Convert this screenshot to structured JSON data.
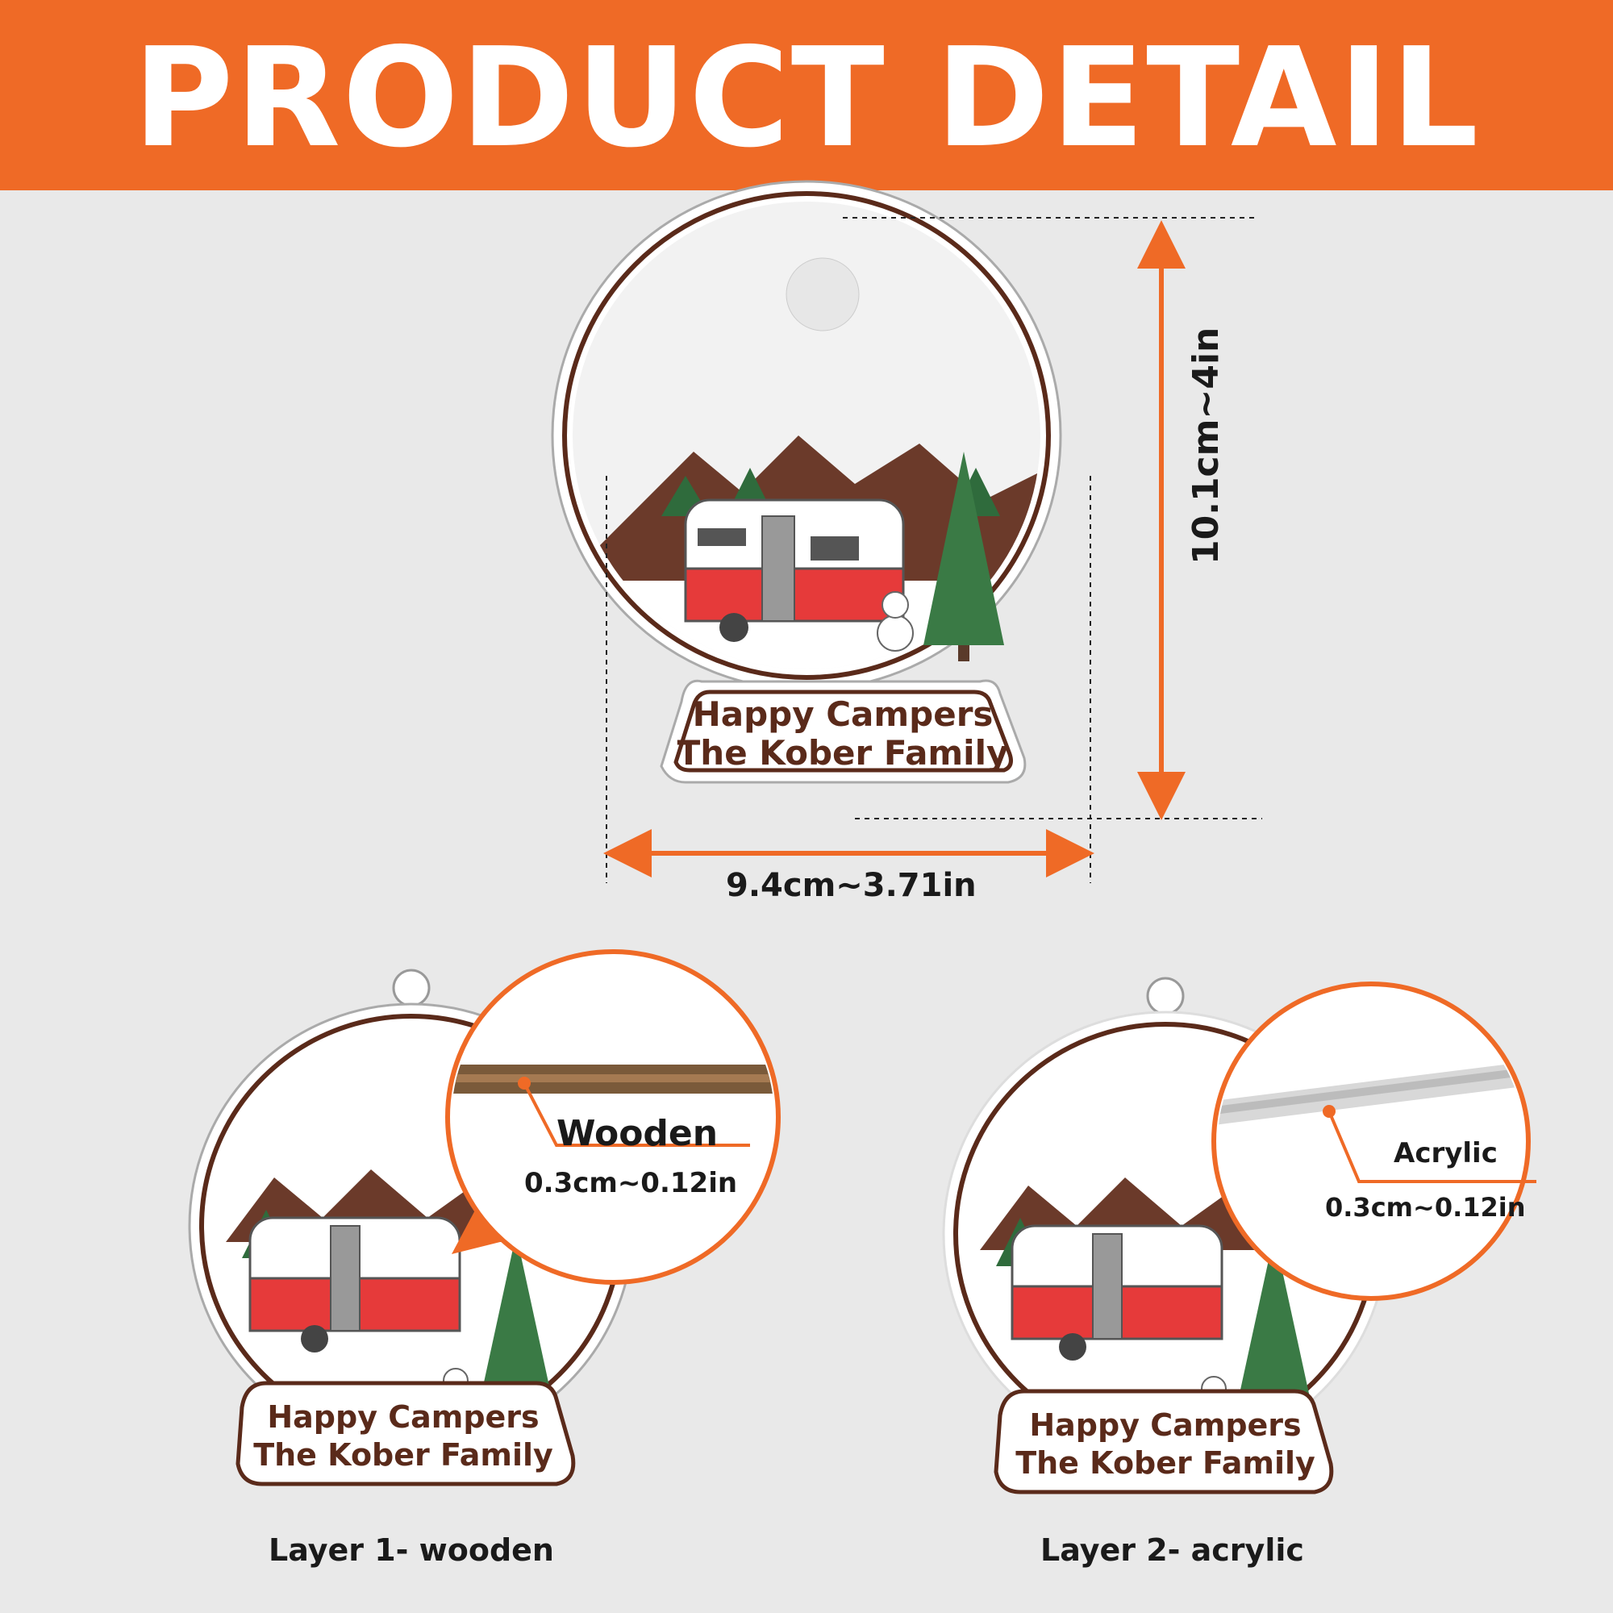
{
  "banner": {
    "title": "PRODUCT DETAIL",
    "color": "#ef6a26"
  },
  "dimensions": {
    "width": "9.4cm~3.71in",
    "height": "10.1cm~4in",
    "accent": "#ef6a26"
  },
  "ornament": {
    "line1": "Happy Campers",
    "line2": "The Kober Family"
  },
  "layers": [
    {
      "caption": "Layer 1- wooden",
      "material": "Wooden",
      "thickness": "0.3cm~0.12in"
    },
    {
      "caption": "Layer 2- acrylic",
      "material": "Acrylic",
      "thickness": "0.3cm~0.12in"
    }
  ]
}
